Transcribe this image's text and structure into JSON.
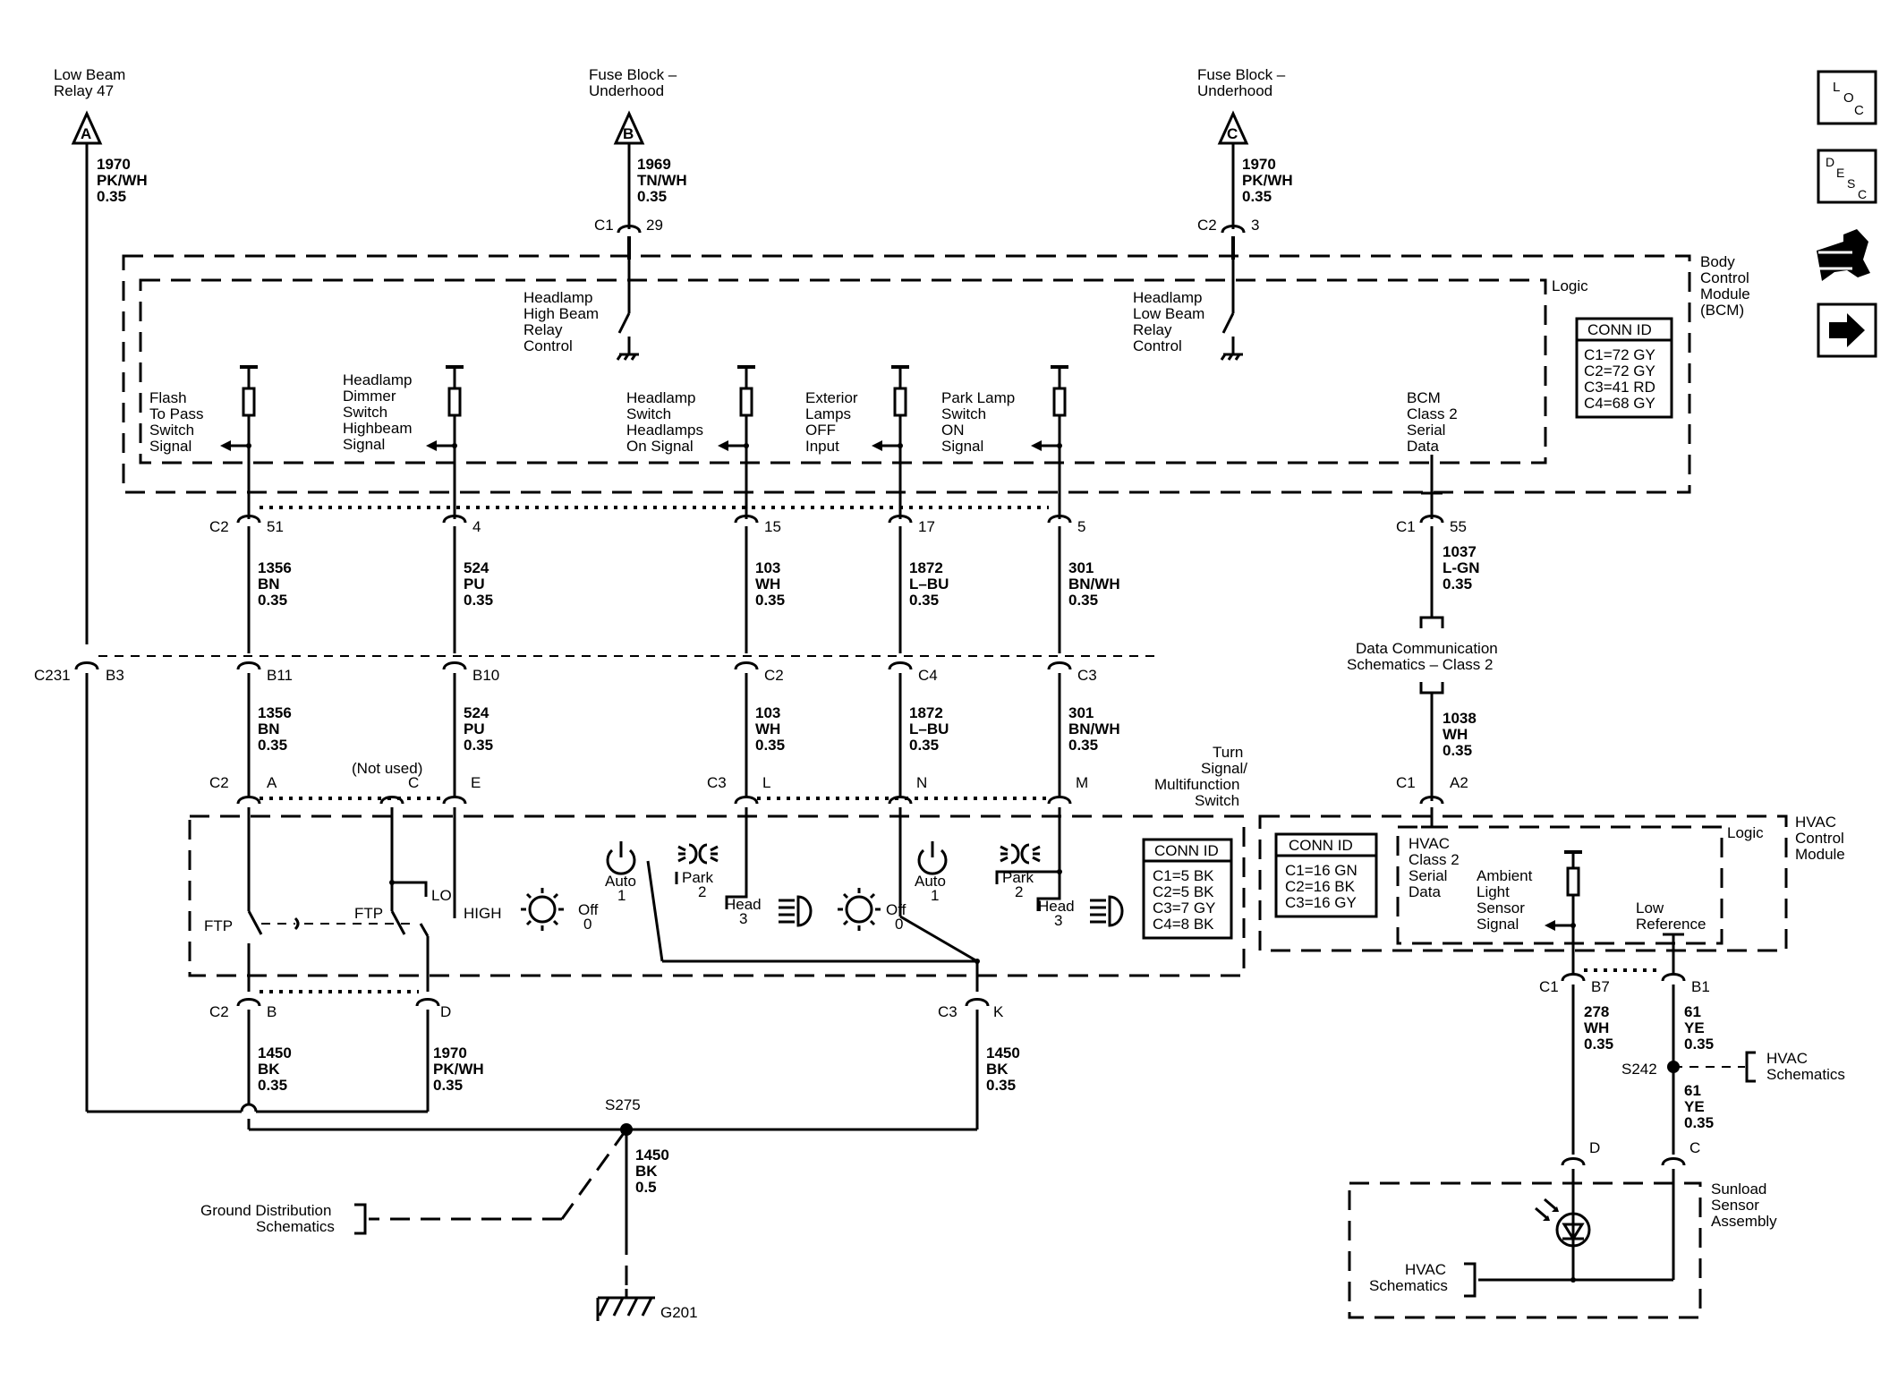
{
  "sources": {
    "a": {
      "title1": "Low Beam",
      "title2": "Relay 47",
      "letter": "A",
      "circuit": "1970",
      "color": "PK/WH",
      "gauge": "0.35"
    },
    "b": {
      "title1": "Fuse Block –",
      "title2": "Underhood",
      "letter": "B",
      "circuit": "1969",
      "color": "TN/WH",
      "gauge": "0.35",
      "conn": "C1",
      "pin": "29"
    },
    "c": {
      "title1": "Fuse Block –",
      "title2": "Underhood",
      "letter": "C",
      "circuit": "1970",
      "color": "PK/WH",
      "gauge": "0.35",
      "conn": "C2",
      "pin": "3"
    }
  },
  "bcm": {
    "module": [
      "Body",
      "Control",
      "Module",
      "(BCM)"
    ],
    "logic": "Logic",
    "conn_id": {
      "title": "CONN ID",
      "lines": [
        "C1=72 GY",
        "C2=72 GY",
        "C3=41 RD",
        "C4=68 GY"
      ]
    },
    "high_relay": [
      "Headlamp",
      "High Beam",
      "Relay",
      "Control"
    ],
    "low_relay": [
      "Headlamp",
      "Low Beam",
      "Relay",
      "Control"
    ],
    "inputs": [
      {
        "label": [
          "Flash",
          "To Pass",
          "Switch",
          "Signal"
        ]
      },
      {
        "label": [
          "Headlamp",
          "Dimmer",
          "Switch",
          "Highbeam",
          "Signal"
        ]
      },
      {
        "label": [
          "Headlamp",
          "Switch",
          "Headlamps",
          "On  Signal"
        ]
      },
      {
        "label": [
          "Exterior",
          "Lamps",
          "OFF",
          "Input"
        ]
      },
      {
        "label": [
          "Park Lamp",
          "Switch",
          "ON",
          "Signal"
        ]
      }
    ],
    "serial": [
      "BCM",
      "Class 2",
      "Serial",
      "Data"
    ]
  },
  "bcm_pins": {
    "conn": "C2",
    "pins": [
      "51",
      "4",
      "15",
      "17",
      "5"
    ],
    "serial_conn": "C1",
    "serial_pin": "55"
  },
  "wires_upper": [
    {
      "circuit": "1356",
      "color": "BN",
      "gauge": "0.35"
    },
    {
      "circuit": "524",
      "color": "PU",
      "gauge": "0.35"
    },
    {
      "circuit": "103",
      "color": "WH",
      "gauge": "0.35"
    },
    {
      "circuit": "1872",
      "color": "L–BU",
      "gauge": "0.35"
    },
    {
      "circuit": "301",
      "color": "BN/WH",
      "gauge": "0.35"
    }
  ],
  "serial_wire_1": {
    "circuit": "1037",
    "color": "L-GN",
    "gauge": "0.35"
  },
  "data_comm": [
    "Data Communication",
    "Schematics – Class 2"
  ],
  "serial_wire_2": {
    "circuit": "1038",
    "color": "WH",
    "gauge": "0.35"
  },
  "c231": {
    "name": "C231",
    "pins": [
      "B3",
      "B11",
      "B10",
      "C2",
      "C4",
      "C3"
    ]
  },
  "wires_lower": [
    {
      "circuit": "1356",
      "color": "BN",
      "gauge": "0.35"
    },
    {
      "circuit": "524",
      "color": "PU",
      "gauge": "0.35"
    },
    {
      "circuit": "103",
      "color": "WH",
      "gauge": "0.35"
    },
    {
      "circuit": "1872",
      "color": "L–BU",
      "gauge": "0.35"
    },
    {
      "circuit": "301",
      "color": "BN/WH",
      "gauge": "0.35"
    }
  ],
  "switch_pins": {
    "c2": "C2",
    "a": "A",
    "not_used": "(Not used)",
    "c": "C",
    "e": "E",
    "c3": "C3",
    "l": "L",
    "n": "N",
    "m": "M"
  },
  "turn_switch": {
    "title": [
      "Turn",
      "Signal/",
      "Multifunction",
      "Switch"
    ],
    "ftp": "FTP",
    "ftp2": "FTP",
    "lo": "LO",
    "high": "HIGH",
    "off": "Off",
    "off_n": "0",
    "auto": "Auto",
    "auto_n": "1",
    "park": "Park",
    "park_n": "2",
    "head": "Head",
    "head_n": "3",
    "off2": "Off",
    "off2_n": "0",
    "auto2": "Auto",
    "auto2_n": "1",
    "park2": "Park",
    "park2_n": "2",
    "head2": "Head",
    "head2_n": "3",
    "conn_id": {
      "title": "CONN ID",
      "lines": [
        "C1=5 BK",
        "C2=5 BK",
        "C3=7 GY",
        "C4=8 BK"
      ]
    }
  },
  "switch_bottom": {
    "c2": "C2",
    "b": "B",
    "d": "D",
    "c3": "C3",
    "k": "K"
  },
  "wires_bottom": [
    {
      "circuit": "1450",
      "color": "BK",
      "gauge": "0.35"
    },
    {
      "circuit": "1970",
      "color": "PK/WH",
      "gauge": "0.35"
    },
    {
      "circuit": "1450",
      "color": "BK",
      "gauge": "0.35"
    }
  ],
  "ground": {
    "splice": "S275",
    "circuit": "1450",
    "color": "BK",
    "gauge": "0.5",
    "ground": "G201",
    "dist": [
      "Ground Distribution",
      "Schematics"
    ]
  },
  "hvac": {
    "conn_pin": "C1",
    "pin": "A2",
    "module": [
      "HVAC",
      "Control",
      "Module"
    ],
    "logic": "Logic",
    "conn_id": {
      "title": "CONN ID",
      "lines": [
        "C1=16 GN",
        "C2=16 BK",
        "C3=16 GY"
      ]
    },
    "serial": [
      "HVAC",
      "Class 2",
      "Serial",
      "Data"
    ],
    "ambient": [
      "Ambient",
      "Light",
      "Sensor",
      "Signal"
    ],
    "low_ref": [
      "Low",
      "Reference"
    ],
    "bottom_conn": "C1",
    "pin_b7": "B7",
    "pin_b1": "B1",
    "wire_278": {
      "circuit": "278",
      "color": "WH",
      "gauge": "0.35"
    },
    "wire_61a": {
      "circuit": "61",
      "color": "YE",
      "gauge": "0.35"
    },
    "splice": "S242",
    "schem": [
      "HVAC",
      "Schematics"
    ],
    "wire_61b": {
      "circuit": "61",
      "color": "YE",
      "gauge": "0.35"
    },
    "pin_d": "D",
    "pin_c": "C"
  },
  "sunload": {
    "title": [
      "Sunload",
      "Sensor",
      "Assembly"
    ],
    "schem": [
      "HVAC",
      "Schematics"
    ]
  },
  "nav": {
    "loc_l": "L",
    "loc_o": "O",
    "loc_c": "C",
    "desc_d": "D",
    "desc_e": "E",
    "desc_s": "S",
    "desc_c": "C"
  },
  "icons": [
    "loc-icon",
    "desc-icon",
    "connector-icon",
    "next-arrow-icon"
  ]
}
